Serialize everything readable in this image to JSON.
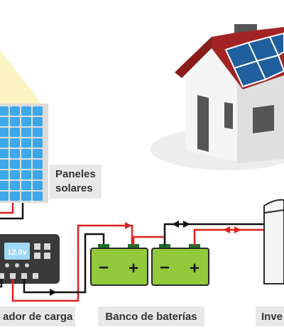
{
  "labels": {
    "solar_panels": "Paneles\nsolares",
    "charge_controller": "ador de carga",
    "battery_bank": "Banco de baterías",
    "inverter": "Inve"
  },
  "controller": {
    "display_value": "12.0v"
  },
  "battery_symbols": {
    "negative": "−",
    "positive": "+"
  },
  "colors": {
    "sun_ray": "#fbf3c2",
    "panel_cell": "#3da7e8",
    "panel_frame": "#dcdcdc",
    "roof": "#8a1c1c",
    "wall": "#ececec",
    "battery": "#93c93a",
    "positive_wire": "#e02020",
    "negative_wire": "#111111",
    "label_bg": "#e8e8e8"
  }
}
